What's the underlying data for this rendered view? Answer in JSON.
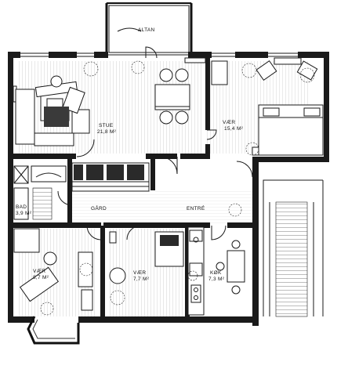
{
  "plan": {
    "rooms": [
      {
        "name": "ALTAN",
        "area": ""
      },
      {
        "name": "STUE",
        "area": "21,8 M²"
      },
      {
        "name": "VÆR",
        "area": "15,4 M²"
      },
      {
        "name": "BAD",
        "area": "3,9 M²"
      },
      {
        "name": "GÅRD",
        "area": ""
      },
      {
        "name": "ENTRÉ",
        "area": ""
      },
      {
        "name": "VÆR",
        "area": "8,7 M²"
      },
      {
        "name": "VÆR",
        "area": "7,7 M²"
      },
      {
        "name": "KØK",
        "area": "7,3 M²"
      }
    ]
  }
}
